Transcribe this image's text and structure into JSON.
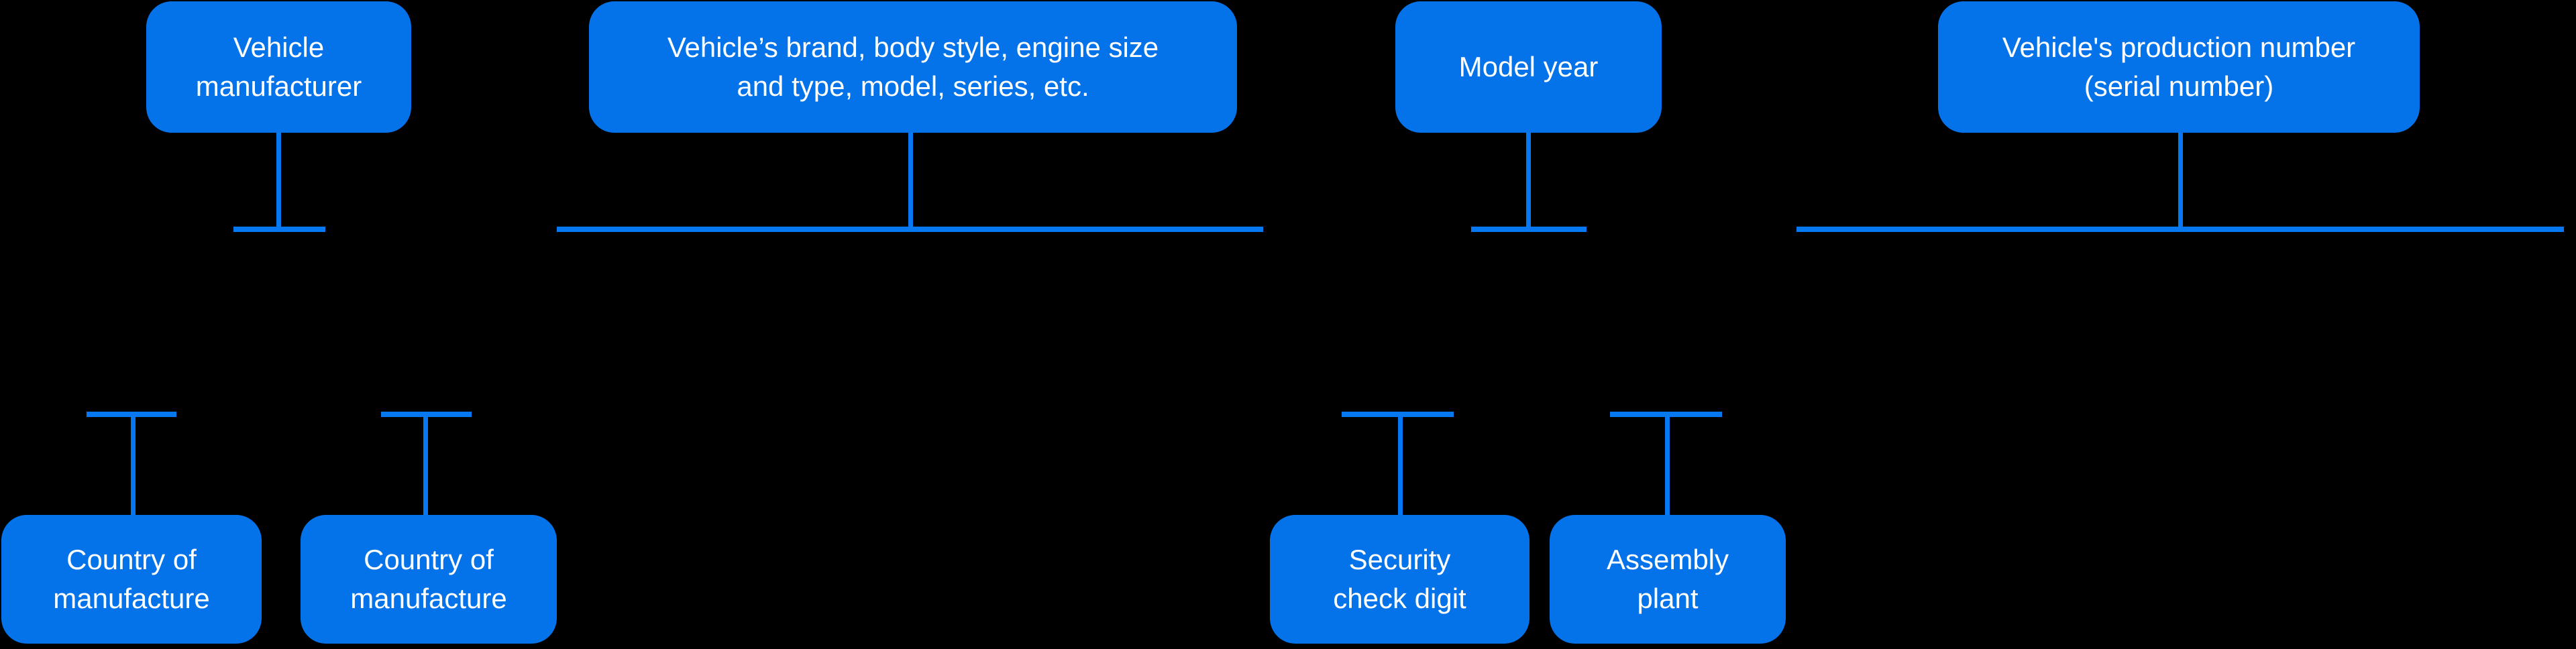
{
  "diagram": {
    "background": "#000000",
    "box_fill": "#0473ea",
    "line_color": "#0679f2",
    "text_color": "#ffffff",
    "nodes": {
      "vehicle_manufacturer": {
        "label": "Vehicle\nmanufacturer"
      },
      "vehicle_descriptor": {
        "label": "Vehicle’s brand, body style, engine size\nand type, model, series, etc."
      },
      "model_year": {
        "label": "Model year"
      },
      "production_number": {
        "label": "Vehicle's production number\n(serial number)"
      },
      "country_of_manufacture_1": {
        "label": "Country of\nmanufacture"
      },
      "country_of_manufacture_2": {
        "label": "Country of\nmanufacture"
      },
      "security_check_digit": {
        "label": "Security\ncheck digit"
      },
      "assembly_plant": {
        "label": "Assembly\nplant"
      }
    }
  }
}
